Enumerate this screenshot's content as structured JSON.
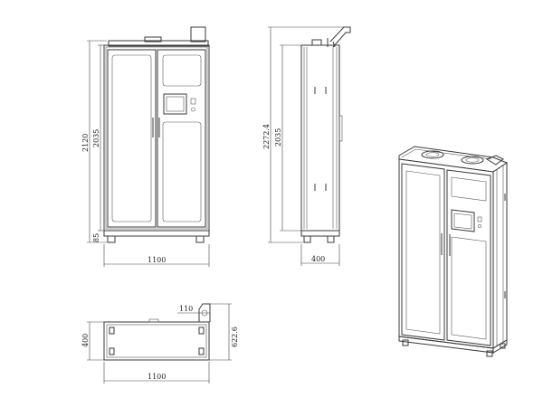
{
  "front_view": {
    "width_label": "1100",
    "height_total_label": "2120",
    "height_body_label": "2035",
    "base_label": "85"
  },
  "side_view": {
    "height_total_label": "2272.4",
    "height_body_label": "2035",
    "depth_label": "400"
  },
  "top_view": {
    "width_label": "1100",
    "depth_label": "400",
    "offset_label": "110",
    "extent_label": "622.6"
  },
  "colors": {
    "line": "#3a3a3a",
    "background": "#ffffff"
  }
}
